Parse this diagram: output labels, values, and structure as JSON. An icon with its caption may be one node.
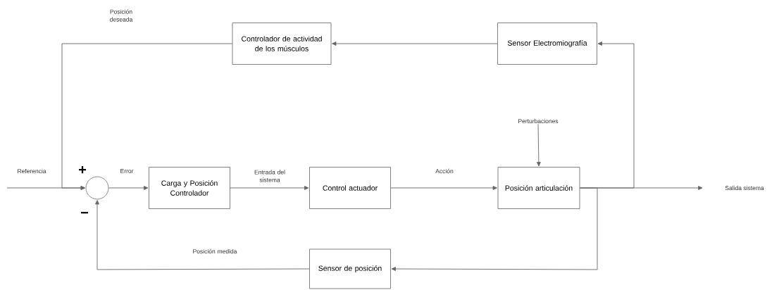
{
  "diagram": {
    "nodes": [
      {
        "text": [
          "Controlador de actividad de los músculos"
        ]
      },
      {
        "text": [
          "Sensor Electromiografía"
        ]
      },
      {
        "text": [],
        "shape": "circle"
      },
      {
        "text": [
          "Carga y Posición Controlador"
        ]
      },
      {
        "text": [
          "Control actuador"
        ]
      },
      {
        "text": [
          "Posición articulación"
        ]
      },
      {
        "text": [
          "Sensor de posición"
        ]
      },
      {
        "text": [
          "Perturbaciones"
        ]
      },
      {
        "text": [
          "Salida sistema"
        ]
      }
    ],
    "edges": [
      {
        "from": null,
        "to": 2,
        "arrow": "to",
        "label": "Referencia"
      },
      {
        "from": 0,
        "to": 2,
        "arrow": "to",
        "label": "Posición deseada"
      },
      {
        "from": 2,
        "to": 3,
        "arrow": "to",
        "label": "Error"
      },
      {
        "from": 3,
        "to": 4,
        "arrow": "to",
        "label": "Entrada del sistema"
      },
      {
        "from": 4,
        "to": 5,
        "arrow": "to",
        "label": "Acción"
      },
      {
        "from": 7,
        "to": 5,
        "arrow": "to"
      },
      {
        "from": 5,
        "to": 8,
        "arrow": "to"
      },
      {
        "from": 5,
        "to": 1,
        "arrow": "to"
      },
      {
        "from": 1,
        "to": 0,
        "arrow": "to"
      },
      {
        "from": 5,
        "to": 6,
        "arrow": "to"
      },
      {
        "from": 6,
        "to": 2,
        "arrow": "to",
        "label": "Posición medida"
      }
    ],
    "labels": [
      "+",
      "−"
    ]
  }
}
